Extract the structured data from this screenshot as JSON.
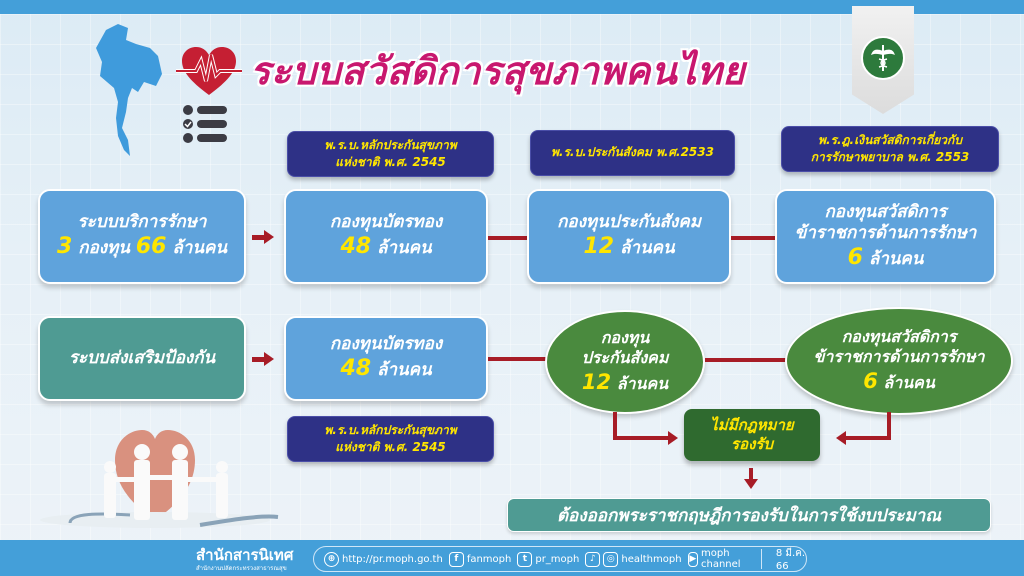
{
  "header": {
    "title": "ระบบสวัสดิการสุขภาพคนไทย",
    "logo_label": "MINISTRY OF PUBLIC HEALTH"
  },
  "laws": {
    "uc_top": [
      "พ.ร.บ.หลักประกันสุขภาพ",
      "แห่งชาติ พ.ศ. 2545"
    ],
    "sso": [
      "พ.ร.บ.ประกันสังคม พ.ศ.2533"
    ],
    "csmbs": [
      "พ.ร.ฎ.เงินสวัสดิการเกี่ยวกับ",
      "การรักษาพยาบาล พ.ศ. 2553"
    ],
    "uc_bottom": [
      "พ.ร.บ.หลักประกันสุขภาพ",
      "แห่งชาติ พ.ศ. 2545"
    ]
  },
  "row1": {
    "source": {
      "line1": "ระบบบริการรักษา",
      "num1": "3",
      "text1": " กองทุน ",
      "num2": "66",
      "unit": " ล้านคน"
    },
    "uc": {
      "line1": "กองทุนบัตรทอง",
      "num": "48",
      "unit": " ล้านคน"
    },
    "sso": {
      "line1": "กองทุนประกันสังคม",
      "num": "12",
      "unit": " ล้านคน"
    },
    "csmbs": {
      "line1": "กองทุนสวัสดิการ",
      "line2": "ข้าราชการด้านการรักษา",
      "num": "6",
      "unit": " ล้านคน"
    }
  },
  "row2": {
    "source": {
      "line1": "ระบบส่งเสริมป้องกัน"
    },
    "uc": {
      "line1": "กองทุนบัตรทอง",
      "num": "48",
      "unit": " ล้านคน"
    },
    "sso": {
      "line1": "กองทุน",
      "line2": "ประกันสังคม",
      "num": "12",
      "unit": " ล้านคน"
    },
    "csmbs": {
      "line1": "กองทุนสวัสดิการ",
      "line2": "ข้าราชการด้านการรักษา",
      "num": "6",
      "unit": " ล้านคน"
    }
  },
  "no_law": {
    "line1": "ไม่มีกฎหมาย",
    "line2": "รองรับ"
  },
  "decree": "ต้องออกพระราชกฤษฎีการองรับในการใช้งบประมาณ",
  "footer": {
    "org": "สำนักสารนิเทศ",
    "org_sub": "สำนักงานปลัดกระทรวงสาธารณสุข",
    "website": "http://pr.moph.go.th",
    "facebook": "fanmoph",
    "twitter": "pr_moph",
    "tiktok_instagram": "healthmoph",
    "youtube": "moph channel",
    "date": "8 มี.ค. 66"
  },
  "colors": {
    "title": "#c8176e",
    "law_bg": "#2e3186",
    "highlight": "#ffe600",
    "box_blue": "#5fa3dc",
    "box_teal": "#4f9b93",
    "ellipse_green": "#4a8a3e",
    "connector": "#a71c26",
    "bar": "#449fd9"
  }
}
